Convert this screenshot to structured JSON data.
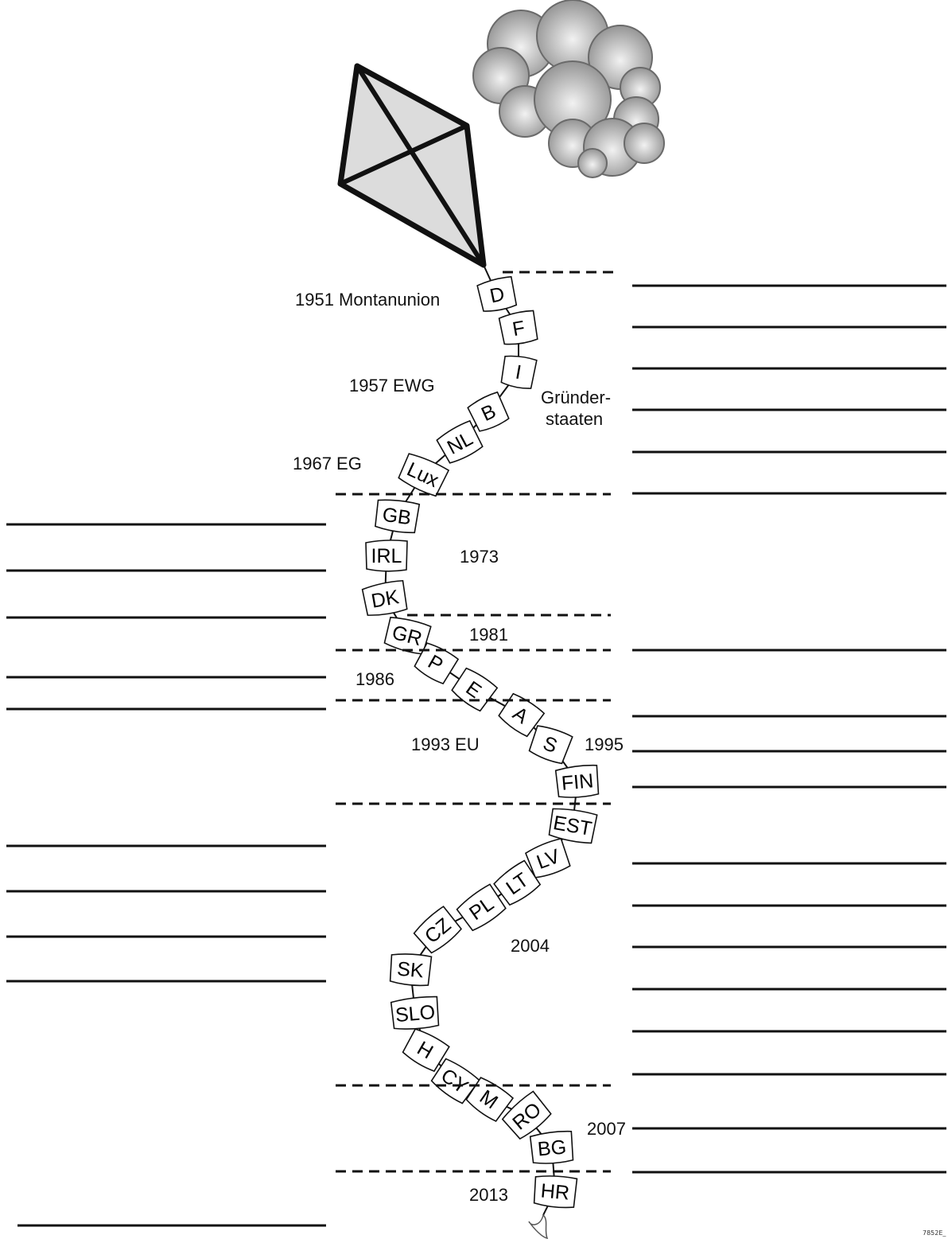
{
  "labels": {
    "montanunion": "1951 Montanunion",
    "ewg": "1957 EWG",
    "eg": "1967 EG",
    "gruender_1": "Gründer-",
    "gruender_2": "staaten",
    "y1973": "1973",
    "y1981": "1981",
    "y1986": "1986",
    "eu1993": "1993 EU",
    "y1995": "1995",
    "y2004": "2004",
    "y2007": "2007",
    "y2013": "2013",
    "figure_code": "7852E_"
  },
  "tail_countries": [
    "D",
    "F",
    "I",
    "B",
    "NL",
    "Lux",
    "GB",
    "IRL",
    "DK",
    "GR",
    "P",
    "E",
    "A",
    "S",
    "FIN",
    "EST",
    "LV",
    "LT",
    "PL",
    "CZ",
    "SK",
    "SLO",
    "H",
    "CY",
    "M",
    "RO",
    "BG",
    "HR"
  ],
  "colors": {
    "ink": "#111111",
    "kite_fill": "#dcdcdc",
    "cloud_light": "#eeeeee",
    "cloud_dark": "#8c8c8c"
  }
}
